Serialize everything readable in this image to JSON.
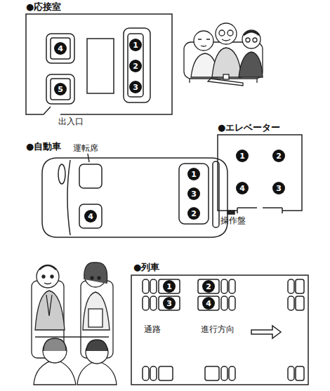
{
  "diagram": {
    "nodes": [
      {
        "text": [
          "●応接室"
        ]
      },
      {
        "text": [
          "4"
        ],
        "in": 0
      },
      {
        "text": [
          "1"
        ],
        "in": 0
      },
      {
        "text": [
          "2"
        ],
        "in": 0
      },
      {
        "text": [
          "5"
        ],
        "in": 0
      },
      {
        "text": [
          "3"
        ],
        "in": 0
      },
      {
        "text": [
          "●自動車"
        ]
      },
      {
        "text": [
          "1"
        ],
        "in": 6
      },
      {
        "text": [
          "3"
        ],
        "in": 6
      },
      {
        "text": [
          "2"
        ],
        "in": 6
      },
      {
        "text": [
          "4"
        ],
        "in": 6
      },
      {
        "text": [
          "●エレベーター"
        ]
      },
      {
        "text": [
          "1"
        ],
        "in": 11
      },
      {
        "text": [
          "2"
        ],
        "in": 11
      },
      {
        "text": [
          "4"
        ],
        "in": 11
      },
      {
        "text": [
          "3"
        ],
        "in": 11
      },
      {
        "text": [
          "●列車"
        ]
      },
      {
        "text": [
          "1"
        ],
        "in": 16
      },
      {
        "text": [
          "2"
        ],
        "in": 16
      },
      {
        "text": [
          "3"
        ],
        "in": 16
      },
      {
        "text": [
          "4"
        ],
        "in": 16
      }
    ],
    "labels": [
      "出入口",
      "運転席",
      "操作盤",
      "通路",
      "進行方向"
    ]
  }
}
